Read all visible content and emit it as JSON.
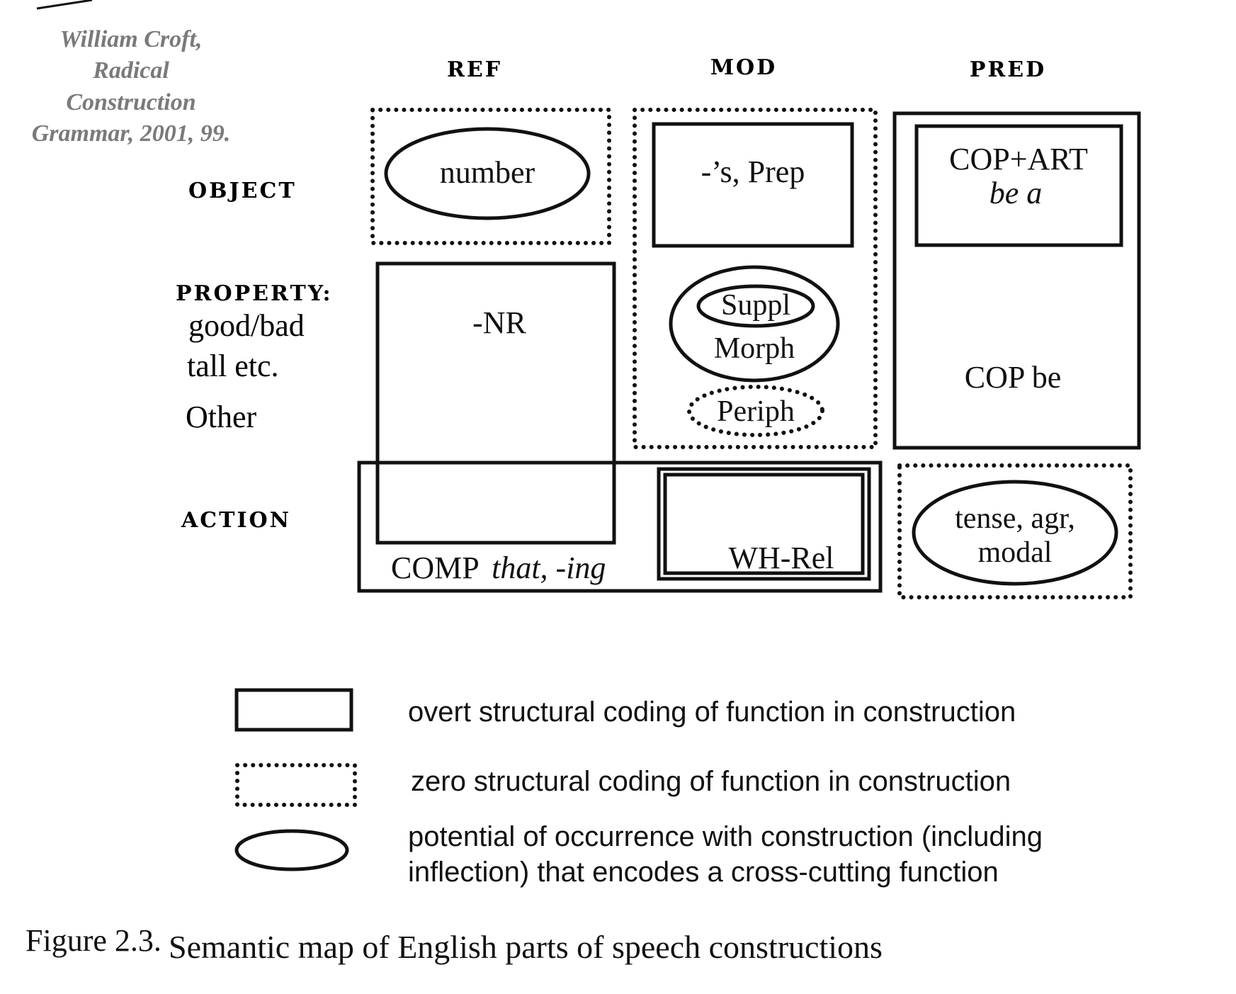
{
  "credit": {
    "lines": [
      "William Croft,",
      "Radical",
      "Construction",
      "Grammar, 2001, 99."
    ]
  },
  "columns": {
    "ref": "REF",
    "mod": "MOD",
    "pred": "PRED"
  },
  "rows": {
    "object": "OBJECT",
    "property": "PROPERTY:",
    "property_sub1": "good/bad",
    "property_sub2": "tall etc.",
    "property_other": "Other",
    "action": "ACTION"
  },
  "cells": {
    "number": "number",
    "possessive_prep": "-’s, Prep",
    "cop_art": "COP+ART",
    "be_a": "be a",
    "nr": "-NR",
    "suppl": "Suppl",
    "morph": "Morph",
    "periph": "Periph",
    "cop_be": "COP be",
    "comp": "COMP",
    "comp_italic": "that, -ing",
    "wh_rel": "WH-Rel",
    "tense_agr": "tense, agr,",
    "modal": "modal"
  },
  "legend": {
    "overt": "overt structural coding of function in construction",
    "zero": "zero structural coding of function in construction",
    "potential_line1": "potential of occurrence with construction (including",
    "potential_line2": "inflection) that encodes a cross-cutting function"
  },
  "caption": {
    "label": "Figure 2.3.",
    "text": "Semantic map of English parts of speech constructions"
  }
}
